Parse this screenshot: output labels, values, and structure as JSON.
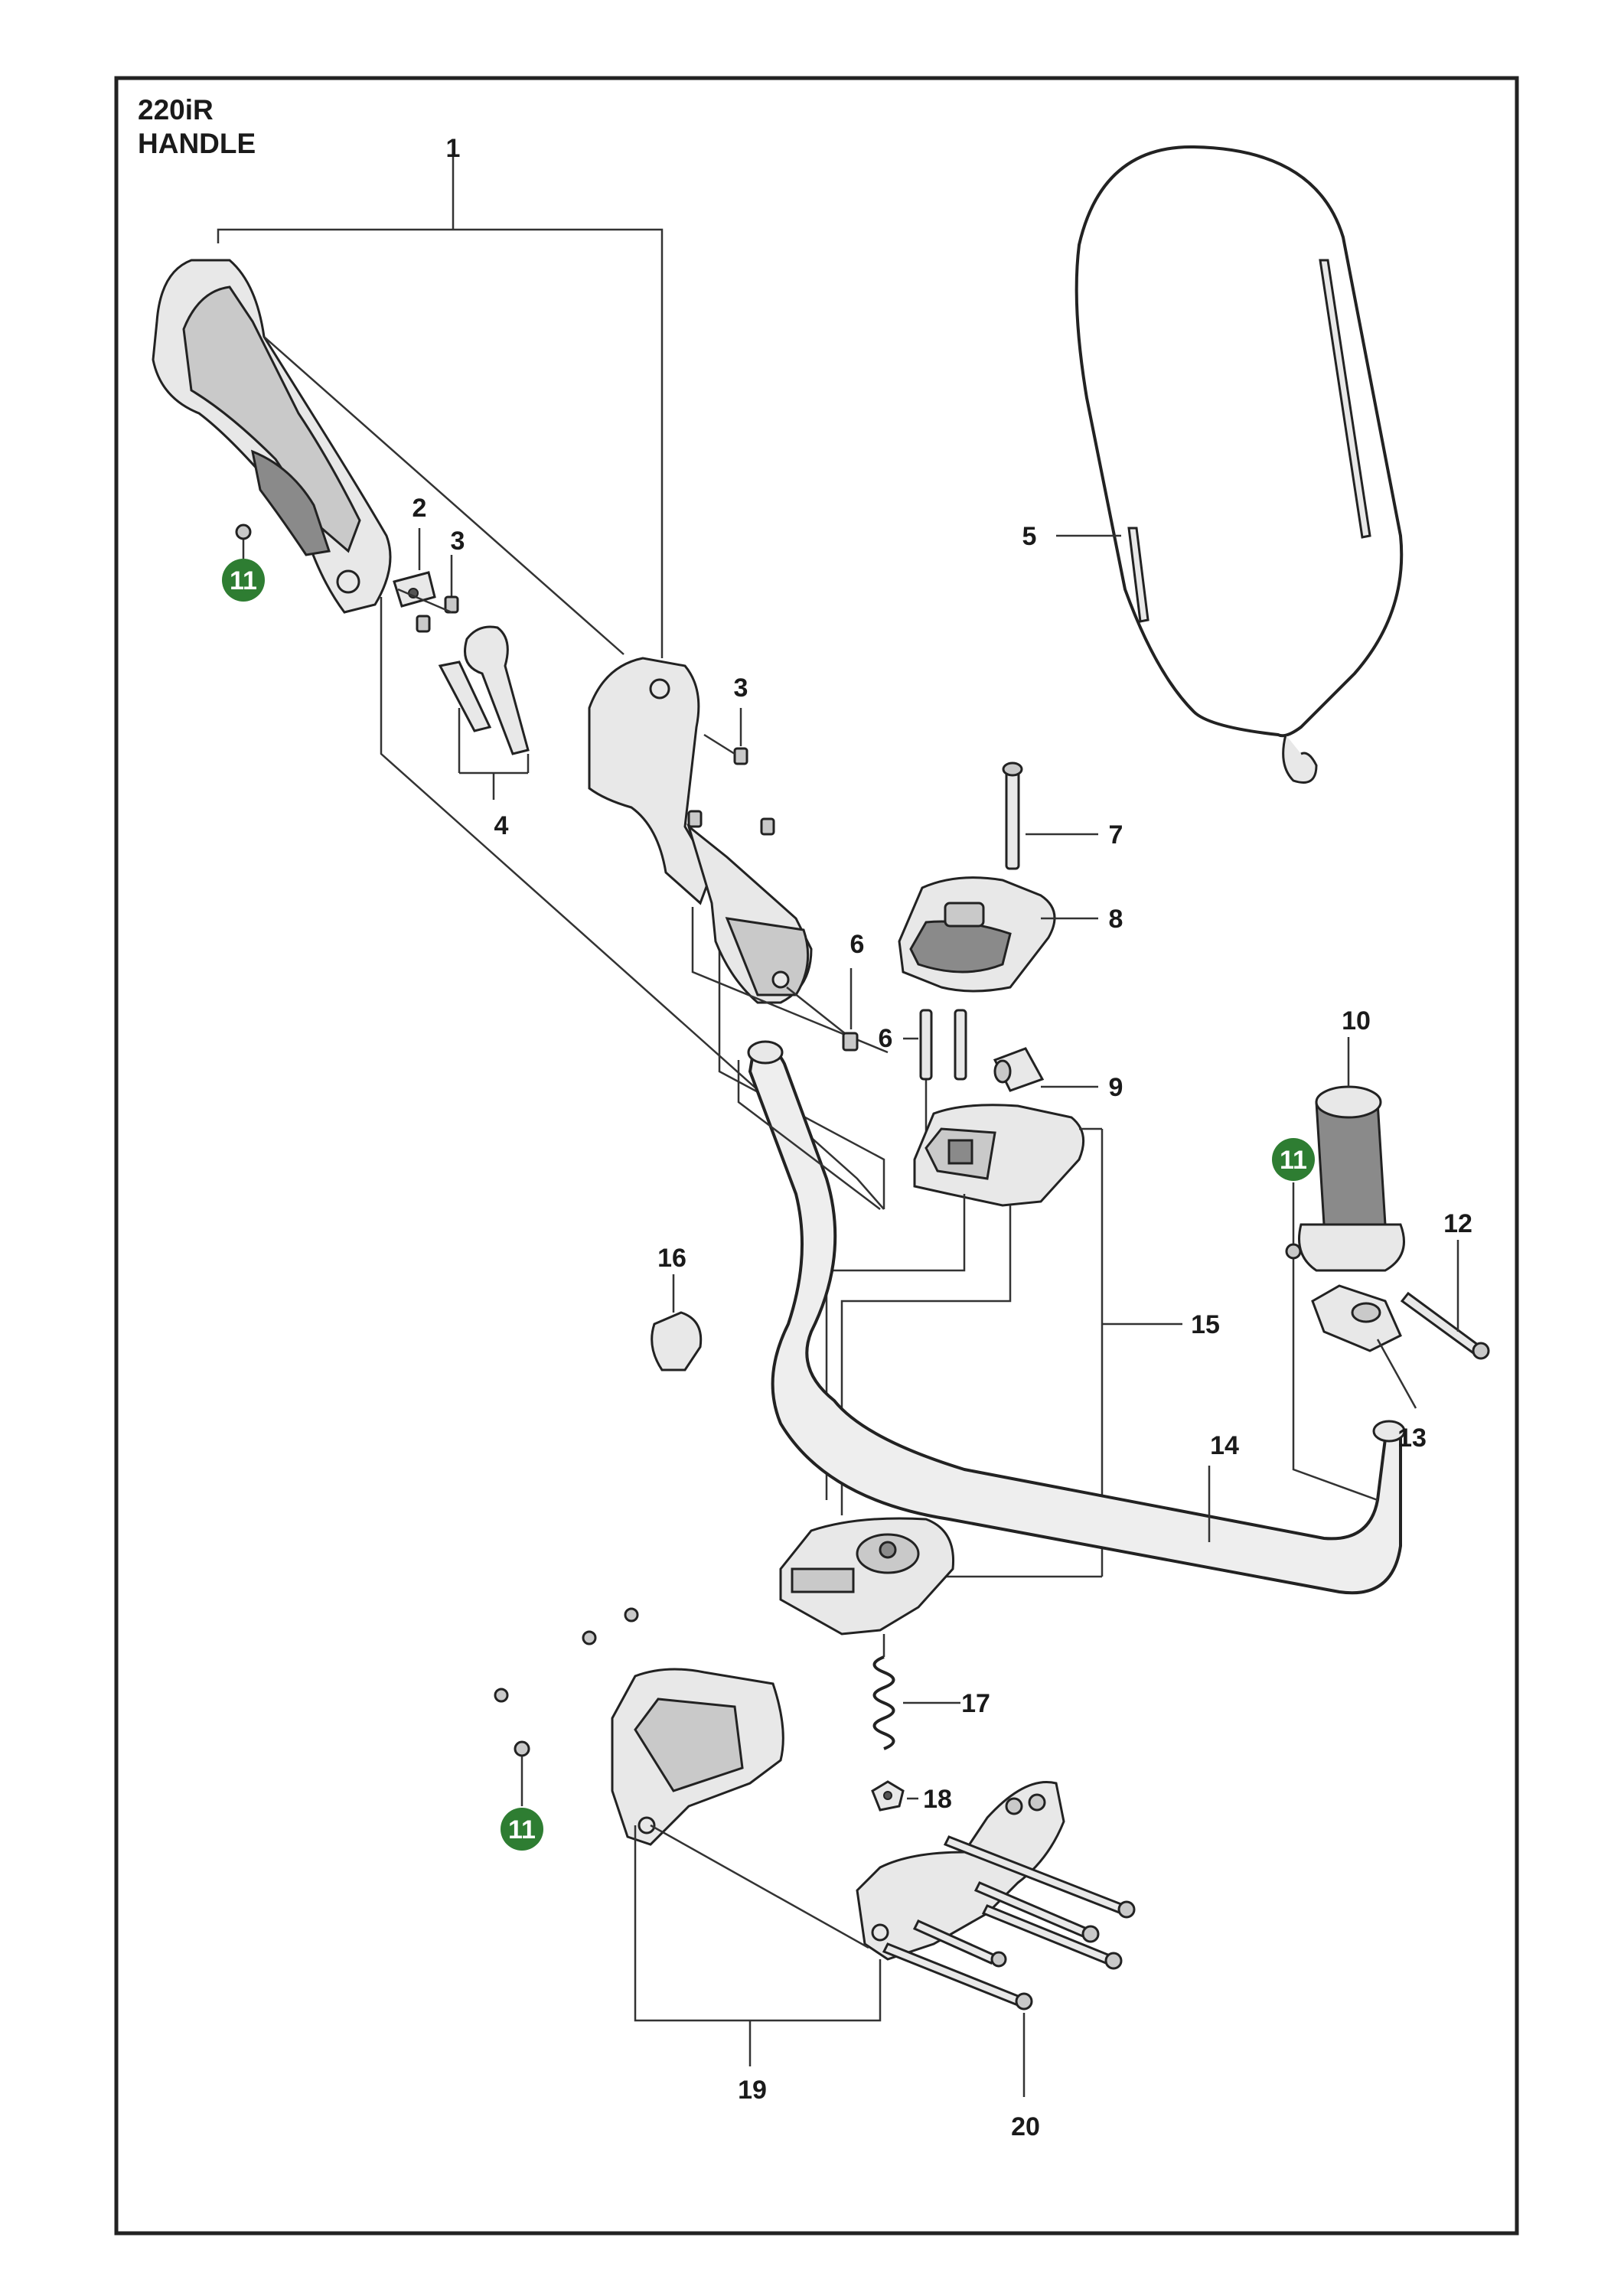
{
  "title": {
    "model": "220iR",
    "section": "HANDLE"
  },
  "colors": {
    "callout_badge": "#2e7d32",
    "frame": "#222222",
    "label_text": "#1a1a1a"
  },
  "callouts": {
    "c1": "1",
    "c2": "2",
    "c3a": "3",
    "c3b": "3",
    "c4": "4",
    "c5": "5",
    "c6a": "6",
    "c6b": "6",
    "c7": "7",
    "c8": "8",
    "c9": "9",
    "c10": "10",
    "c11a": "11",
    "c11b": "11",
    "c11c": "11",
    "c12": "12",
    "c13": "13",
    "c14": "14",
    "c15": "15",
    "c16": "16",
    "c17": "17",
    "c18": "18",
    "c19": "19",
    "c20": "20"
  }
}
